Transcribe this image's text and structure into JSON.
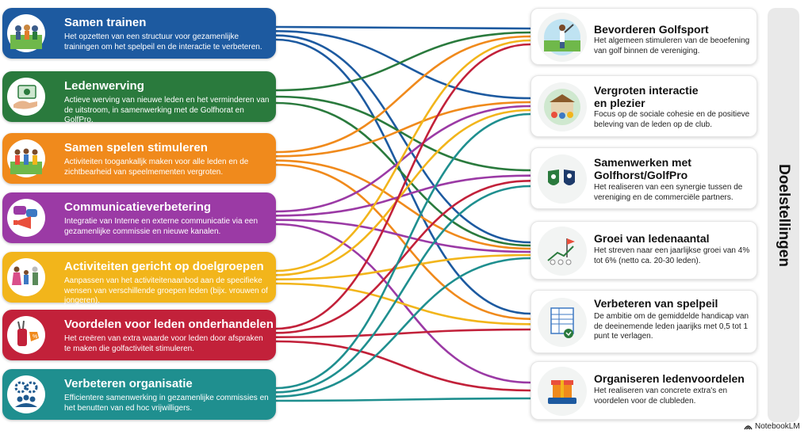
{
  "strategies": [
    {
      "title": "Samen trainen",
      "desc": "Het opzetten van een structuur voor gezamenlijke trainingen om het spelpeil en de interactie te verbeteren.",
      "color": "#1d5aa0",
      "icon": "group-training-icon"
    },
    {
      "title": "Ledenwerving",
      "desc": "Actieve werving van nieuwe leden en het verminderen van de uitstroom, in samenwerking met de Golfhorat en GolfPro.",
      "color": "#2a7a3d",
      "icon": "handshake-card-icon"
    },
    {
      "title": "Samen spelen stimuleren",
      "desc": "Activiteiten toogankalljk maken voor alle leden en de zichtbearheid van speelmementen vergroten.",
      "color": "#f08a1c",
      "icon": "golfers-group-icon"
    },
    {
      "title": "Communicatieverbetering",
      "desc": "Integratie van Interne en externe communicatie via een gezamenlijke commissie en nieuwe kanalen.",
      "color": "#9b3aa5",
      "icon": "megaphone-chat-icon"
    },
    {
      "title": "Activiteiten gericht op doelgroepen",
      "desc": "Aanpassen van het activiteitenaanbod aan de specifieke wensen van verschillende groepen leden (bijx. vrouwen of jongeren).",
      "color": "#f2b51b",
      "icon": "target-groups-icon"
    },
    {
      "title": "Voordelen voor leden onderhandelen",
      "desc": "Het creëren van extra waarde voor leden door afspraken te maken die golfactiviteit stimuleren.",
      "color": "#c2213a",
      "icon": "golf-bag-discount-icon"
    },
    {
      "title": "Verbeteren organisatie",
      "desc": "Efficientere samenwerking in gezamenlijke commissies en het benutten van ed hoc vrijwilligers.",
      "color": "#1f8f8f",
      "icon": "gears-people-icon"
    }
  ],
  "goals": [
    {
      "title": "Bevorderen Golfsport",
      "desc": "Het algemeen stimuleren van de beoefening van golf binnen de vereniging.",
      "icon": "golfer-swing-icon"
    },
    {
      "title": "Vergroten interactie en plezier",
      "desc": "Focus op de sociale cohesie en de positieve beleving van de leden op de club.",
      "icon": "clubhouse-social-icon"
    },
    {
      "title": "Samenwerken met Golfhorst/GolfPro",
      "desc": "Het realiseren van een synergie tussen de vereniging en de commerciële partners.",
      "icon": "partner-shields-icon"
    },
    {
      "title": "Groei van ledenaantal",
      "desc": "Het streven naar een jaarlijkse groei van 4% tot 6% (netto ca. 20-30 leden).",
      "icon": "golf-flag-growth-icon"
    },
    {
      "title": "Verbeteren van spelpeil",
      "desc": "De ambitie om de gemiddelde handicap van de deeinemende leden jaarijks met 0,5 tot 1 punt te verlagen.",
      "icon": "scorecard-icon"
    },
    {
      "title": "Organiseren ledenvoordelen",
      "desc": "Het realiseren van concrete extra's en voordelen voor de clubleden.",
      "icon": "gift-ticket-icon"
    }
  ],
  "connections": [
    [
      0,
      0
    ],
    [
      0,
      1
    ],
    [
      0,
      3
    ],
    [
      0,
      4
    ],
    [
      1,
      0
    ],
    [
      1,
      2
    ],
    [
      1,
      3
    ],
    [
      2,
      0
    ],
    [
      2,
      1
    ],
    [
      2,
      3
    ],
    [
      2,
      4
    ],
    [
      3,
      1
    ],
    [
      3,
      2
    ],
    [
      3,
      3
    ],
    [
      3,
      5
    ],
    [
      4,
      0
    ],
    [
      4,
      1
    ],
    [
      4,
      3
    ],
    [
      4,
      4
    ],
    [
      5,
      0
    ],
    [
      5,
      2
    ],
    [
      5,
      4
    ],
    [
      5,
      5
    ],
    [
      6,
      1
    ],
    [
      6,
      2
    ],
    [
      6,
      3
    ],
    [
      6,
      5
    ]
  ],
  "side_label": "Doelstellingen",
  "brand": "NotebookLM"
}
